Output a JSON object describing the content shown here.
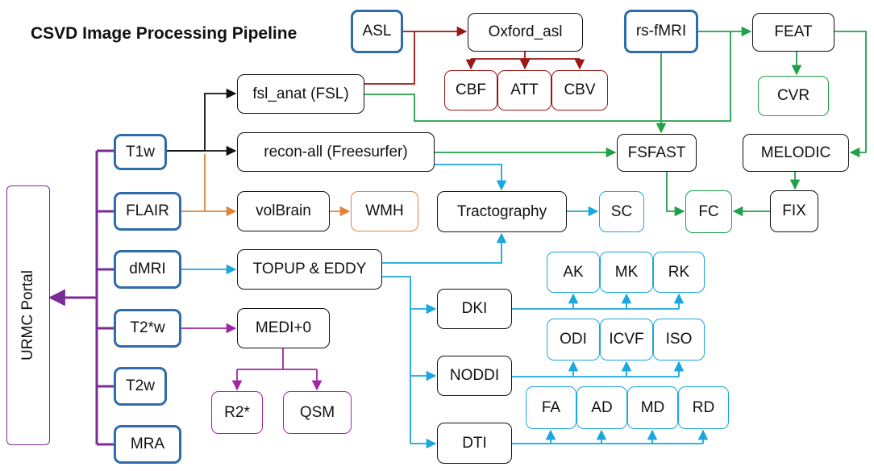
{
  "title": "CSVD Image Processing Pipeline",
  "colors": {
    "modality_border": "#2e6cab",
    "process_border": "#111111",
    "asl_red": "#9c1616",
    "fmri_green": "#21a04a",
    "volbrain_orange": "#e0843a",
    "diffusion_cyan": "#1aa6de",
    "susceptibility_purple": "#a024a8",
    "portal_purple": "#7a2c96"
  },
  "portal": {
    "label": "URMC Portal"
  },
  "modalities": {
    "t1w": "T1w",
    "flair": "FLAIR",
    "dmri": "dMRI",
    "t2starw": "T2*w",
    "t2w": "T2w",
    "mra": "MRA",
    "asl": "ASL",
    "rsfmri": "rs-fMRI"
  },
  "processes": {
    "fsl_anat": "fsl_anat (FSL)",
    "recon_all": "recon-all (Freesurfer)",
    "volbrain": "volBrain",
    "topup_eddy": "TOPUP & EDDY",
    "medi": "MEDI+0",
    "oxford_asl": "Oxford_asl",
    "feat": "FEAT",
    "fsfast": "FSFAST",
    "melodic": "MELODIC",
    "fix": "FIX",
    "tractography": "Tractography",
    "dki": "DKI",
    "noddi": "NODDI",
    "dti": "DTI"
  },
  "outputs": {
    "cbf": "CBF",
    "att": "ATT",
    "cbv": "CBV",
    "cvr": "CVR",
    "fc": "FC",
    "wmh": "WMH",
    "sc": "SC",
    "ak": "AK",
    "mk": "MK",
    "rk": "RK",
    "odi": "ODI",
    "icvf": "ICVF",
    "iso": "ISO",
    "fa": "FA",
    "ad": "AD",
    "md": "MD",
    "rd": "RD",
    "r2star": "R2*",
    "qsm": "QSM"
  }
}
